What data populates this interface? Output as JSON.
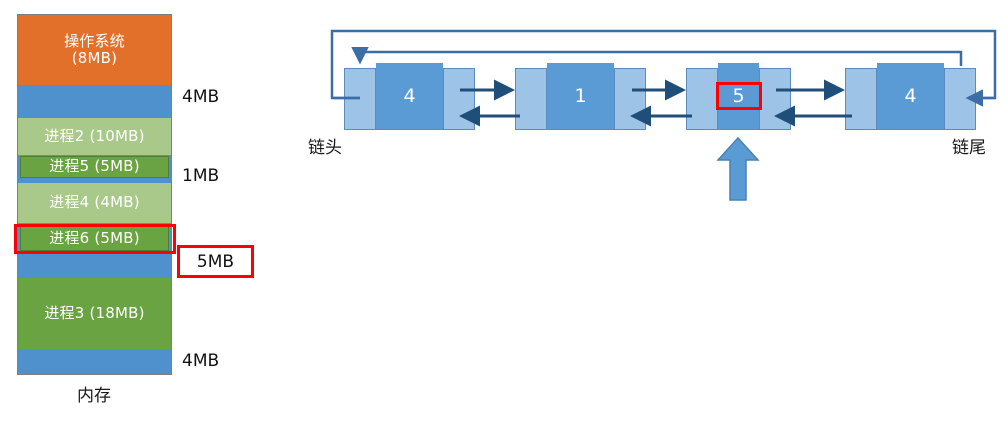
{
  "colors": {
    "os_orange": "#e3702a",
    "free_blue": "#4f91cd",
    "process_light_green": "#a9c98b",
    "process_dark_green": "#6aa342",
    "node_pointer_blue": "#9dc3e6",
    "node_value_blue": "#5b9bd5",
    "arrow_blue": "#1f4e79",
    "wrap_line_blue": "#3b6ea5",
    "highlight_red": "#ff0000",
    "text_white": "#ffffff",
    "text_black": "#111111"
  },
  "memory": {
    "caption": "内存",
    "blocks": [
      {
        "label": "操作系统",
        "sublabel": "(8MB)",
        "kind": "os",
        "size_mb": 8
      },
      {
        "label": "",
        "kind": "free",
        "size_mb": 4
      },
      {
        "label": "进程2 (10MB)",
        "kind": "proc-light",
        "size_mb": 10
      },
      {
        "label": "进程5 (5MB)",
        "kind": "proc-dark",
        "size_mb": 5
      },
      {
        "label": "",
        "kind": "free",
        "size_mb": 1
      },
      {
        "label": "进程4 (4MB)",
        "kind": "proc-light",
        "size_mb": 4
      },
      {
        "label": "进程6 (5MB)",
        "kind": "proc-dark",
        "size_mb": 5,
        "highlighted": true
      },
      {
        "label": "",
        "kind": "free",
        "size_mb": 5
      },
      {
        "label": "进程3 (18MB)",
        "kind": "proc-dark",
        "size_mb": 18
      },
      {
        "label": "",
        "kind": "free",
        "size_mb": 4
      }
    ],
    "free_labels": [
      {
        "text": "4MB",
        "highlighted": false
      },
      {
        "text": "1MB",
        "highlighted": false
      },
      {
        "text": "5MB",
        "highlighted": true
      },
      {
        "text": "4MB",
        "highlighted": false
      }
    ]
  },
  "linked_list": {
    "head_label": "链头",
    "tail_label": "链尾",
    "nodes": [
      {
        "value": "4",
        "highlighted": false
      },
      {
        "value": "1",
        "highlighted": false
      },
      {
        "value": "5",
        "highlighted": true
      },
      {
        "value": "4",
        "highlighted": false
      }
    ],
    "pointer_icon": "up-arrow-icon"
  }
}
